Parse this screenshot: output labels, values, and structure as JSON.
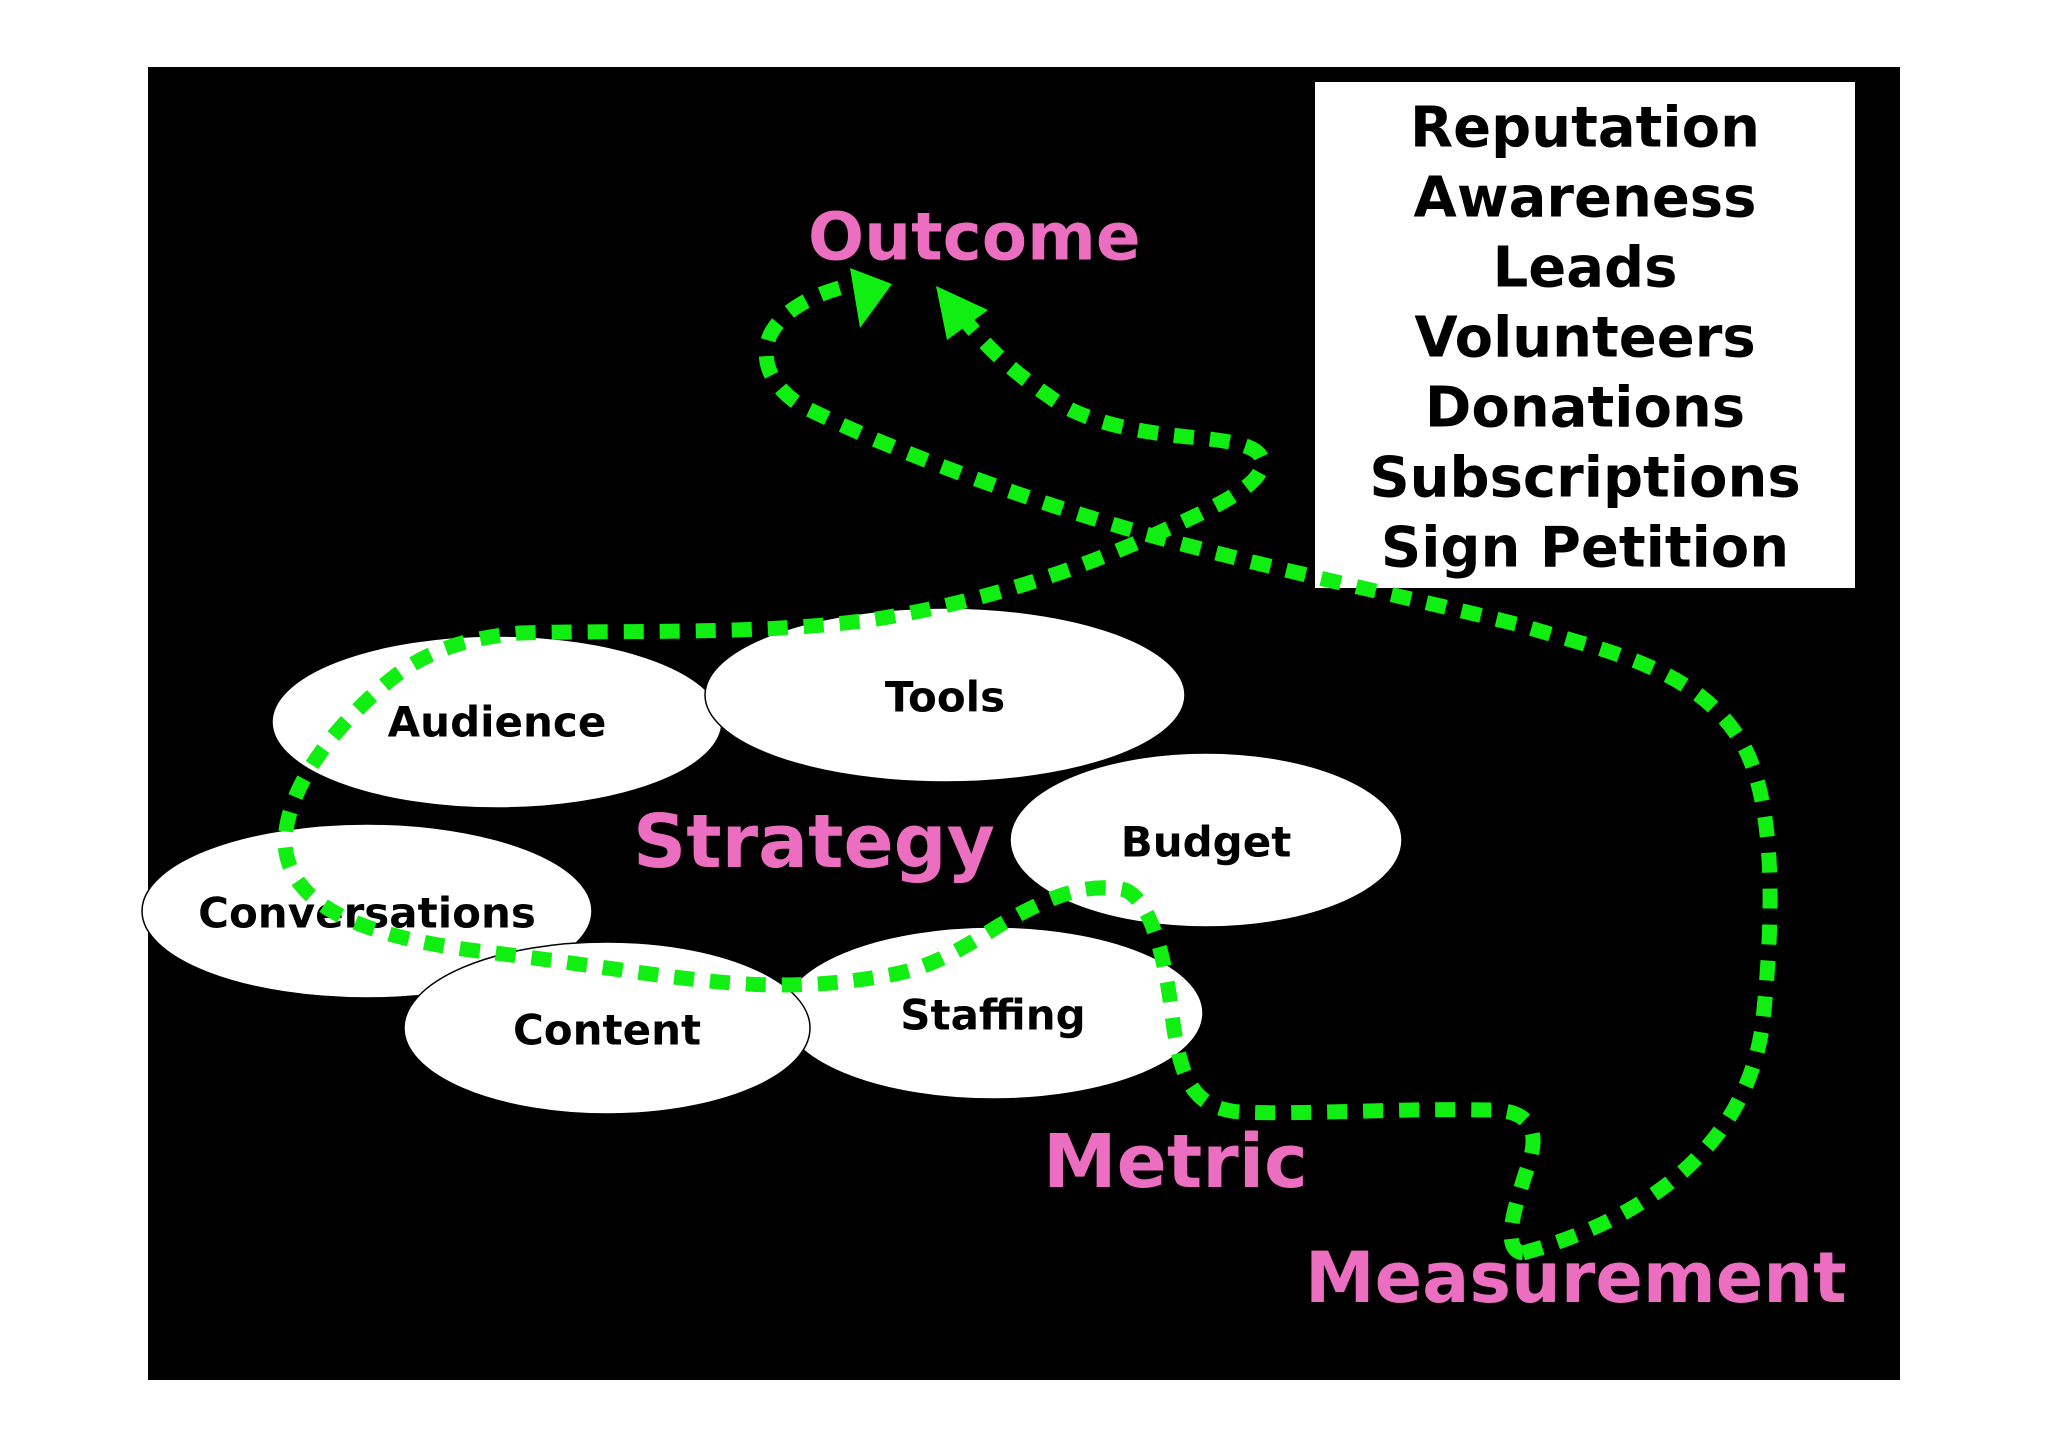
{
  "labels": {
    "outcome": "Outcome",
    "strategy": "Strategy",
    "metric": "Metric",
    "measurement": "Measurement"
  },
  "nodes": {
    "audience": "Audience",
    "tools": "Tools",
    "budget": "Budget",
    "conversations": "Conversations",
    "content": "Content",
    "staffing": "Staffing"
  },
  "outcomes": [
    "Reputation",
    "Awareness",
    "Leads",
    "Volunteers",
    "Donations",
    "Subscriptions",
    "Sign Petition"
  ],
  "colors": {
    "background": "#000000",
    "accent_pink": "#ec6ec0",
    "path_green": "#11ee11",
    "node_fill": "#ffffff"
  }
}
